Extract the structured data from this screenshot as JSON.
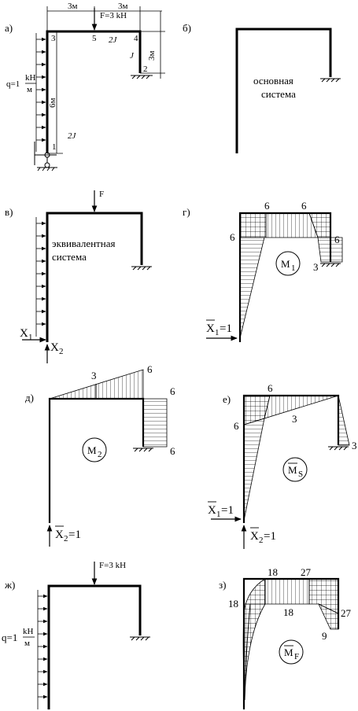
{
  "panels": {
    "a": {
      "label": "а)",
      "dims": {
        "left": "3м",
        "right": "3м",
        "height_right": "3м",
        "height_left": "6м"
      },
      "force": "F=3 kH",
      "q": "q=1",
      "q_num": "kH",
      "q_den": "м",
      "nodes": [
        "1",
        "2",
        "3",
        "4",
        "5"
      ],
      "stiff_beam": "2J",
      "stiff_right": "J",
      "stiff_left": "2J"
    },
    "b": {
      "label": "б)",
      "line1": "основная",
      "line2": "система"
    },
    "v": {
      "label": "в)",
      "force": "F",
      "line1": "эквивалентная",
      "line2": "система",
      "x1": "X",
      "x1_sub": "1",
      "x2": "X",
      "x2_sub": "2"
    },
    "g": {
      "label": "г)",
      "v_top_l": "6",
      "v_top_r": "6",
      "v_left": "6",
      "v_right": "6",
      "v_bottom": "3",
      "moment": "M",
      "moment_sub": "1",
      "load": "X",
      "load_sub": "1",
      "load_val": "=1"
    },
    "d": {
      "label": "д)",
      "v_mid": "3",
      "v_tip": "6",
      "v_right_top": "6",
      "v_right_bot": "6",
      "moment": "M",
      "moment_sub": "2",
      "load": "X",
      "load_sub": "2",
      "load_val": "=1"
    },
    "e": {
      "label": "е)",
      "v_top": "6",
      "v_left": "6",
      "v_mid": "3",
      "v_right": "3",
      "moment": "M",
      "moment_sub": "S",
      "load1": "X",
      "load1_sub": "1",
      "load1_val": "=1",
      "load2": "X",
      "load2_sub": "2",
      "load2_val": "=1"
    },
    "zh": {
      "label": "ж)",
      "force": "F=3 kH",
      "q": "q=1",
      "q_num": "kH",
      "q_den": "м"
    },
    "z": {
      "label": "з)",
      "v_left": "18",
      "v_top_l": "18",
      "v_top_r": "27",
      "v_mid": "18",
      "v_right": "27",
      "v_bottom": "9",
      "moment": "M",
      "moment_sub": "F"
    }
  }
}
